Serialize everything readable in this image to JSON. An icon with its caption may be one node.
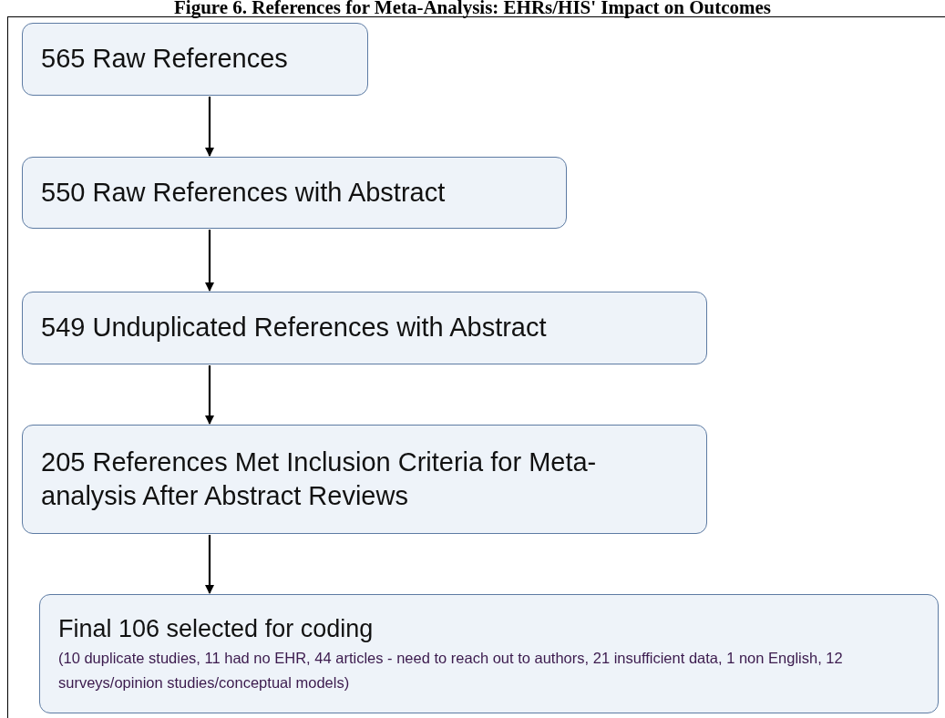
{
  "diagram": {
    "title": "Figure 6. References for Meta-Analysis: EHRs/HIS' Impact on Outcomes",
    "nodes": [
      {
        "text": [
          "565 Raw References"
        ]
      },
      {
        "text": [
          "550 Raw References with Abstract"
        ]
      },
      {
        "text": [
          "549 Unduplicated References with Abstract"
        ]
      },
      {
        "text": [
          "205 References Met Inclusion Criteria for Meta-analysis After Abstract Reviews"
        ]
      },
      {
        "text": [
          "Final 106 selected for coding",
          "(10 duplicate studies, 11 had no EHR, 44 articles - need to reach out to authors, 21 insufficient data, 1 non English, 12 surveys/opinion studies/conceptual models)"
        ]
      }
    ],
    "edges": [
      {
        "from": 0,
        "to": 1,
        "arrow": "to"
      },
      {
        "from": 1,
        "to": 2,
        "arrow": "to"
      },
      {
        "from": 2,
        "to": 3,
        "arrow": "to"
      },
      {
        "from": 3,
        "to": 4,
        "arrow": "to"
      }
    ]
  }
}
